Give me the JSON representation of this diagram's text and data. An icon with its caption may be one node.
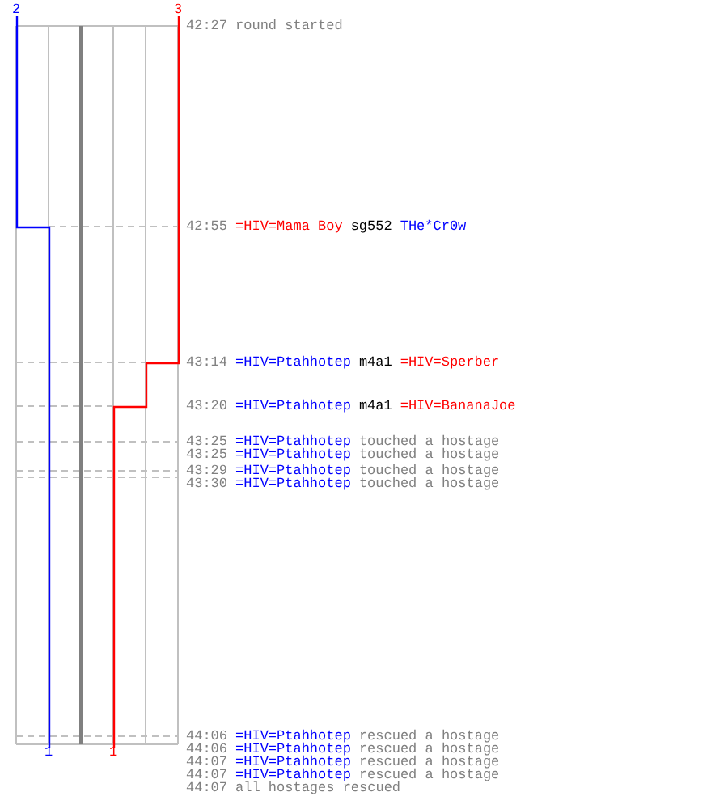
{
  "diagram": {
    "labels": [
      "2",
      "3",
      "42:27",
      "round started",
      "42:55",
      "=HIV=Mama_Boy",
      "sg552",
      "THe*Cr0w",
      "43:14",
      "=HIV=Ptahhotep",
      "m4a1",
      "=HIV=Sperber",
      "43:20",
      "=HIV=Ptahhotep",
      "m4a1",
      "=HIV=BananaJoe",
      "43:25",
      "=HIV=Ptahhotep",
      "touched a hostage",
      "43:25",
      "=HIV=Ptahhotep",
      "touched a hostage",
      "43:29",
      "=HIV=Ptahhotep",
      "touched a hostage",
      "43:30",
      "=HIV=Ptahhotep",
      "touched a hostage",
      "44:06",
      "=HIV=Ptahhotep",
      "rescued a hostage",
      "44:06",
      "=HIV=Ptahhotep",
      "rescued a hostage",
      "44:07",
      "=HIV=Ptahhotep",
      "rescued a hostage",
      "44:07",
      "=HIV=Ptahhotep",
      "rescued a hostage",
      "44:07",
      "all hostages rescued",
      "1",
      "1"
    ]
  }
}
